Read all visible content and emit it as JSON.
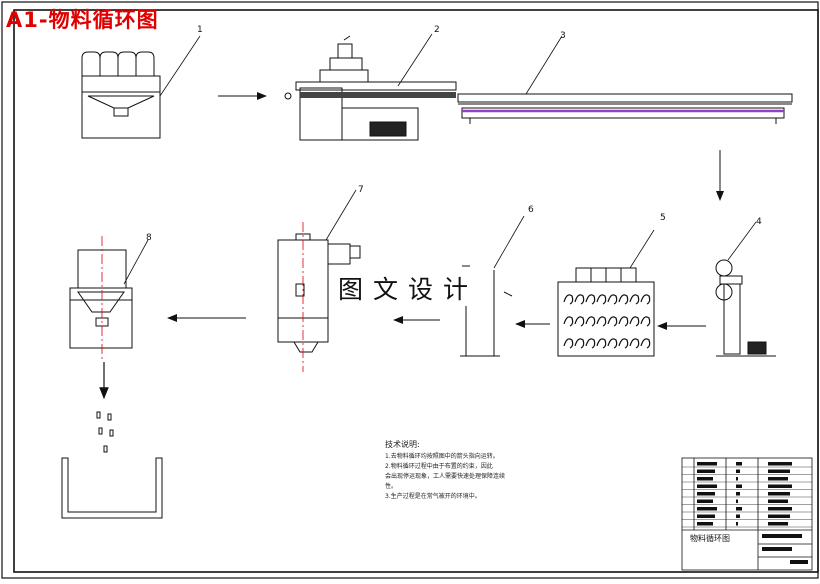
{
  "drawing": {
    "title": "A1-物料循环图",
    "watermark": "图文设计",
    "title_block_name": "物料循环图"
  },
  "callouts": [
    "1",
    "2",
    "3",
    "4",
    "5",
    "6",
    "7",
    "8"
  ],
  "notes": {
    "heading": "技术说明:",
    "lines": [
      "1.去物料循环均按照图中的箭头指向运转。",
      "2.物料循环过程中由于布置的约束，因此",
      "会出现停运现象，工人需要快速处理保障连续",
      "性。",
      "3.生产过程是在常气被开的环境中。"
    ]
  },
  "colors": {
    "title": "#e00000",
    "centerline": "#e00000",
    "heater": "#9040c0",
    "line": "#111111"
  }
}
